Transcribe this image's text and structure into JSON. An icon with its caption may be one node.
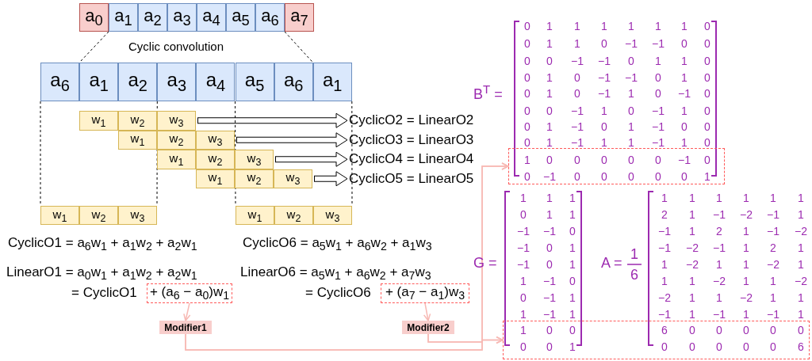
{
  "diagram": {
    "nodes": [
      {
        "text": [
          "a$_{0}$"
        ]
      },
      {
        "text": [
          "a$_{1}$"
        ]
      },
      {
        "text": [
          "a$_{2}$"
        ]
      },
      {
        "text": [
          "a$_{3}$"
        ]
      },
      {
        "text": [
          "a$_{4}$"
        ]
      },
      {
        "text": [
          "a$_{5}$"
        ]
      },
      {
        "text": [
          "a$_{6}$"
        ]
      },
      {
        "text": [
          "a$_{7}$"
        ]
      },
      {
        "text": [
          "a$_{6}$"
        ]
      },
      {
        "text": [
          "a$_{1}$"
        ]
      },
      {
        "text": [
          "a$_{2}$"
        ]
      },
      {
        "text": [
          "a$_{3}$"
        ]
      },
      {
        "text": [
          "a$_{4}$"
        ]
      },
      {
        "text": [
          "a$_{5}$"
        ]
      },
      {
        "text": [
          "a$_{6}$"
        ]
      },
      {
        "text": [
          "a$_{1}$"
        ]
      },
      {
        "text": [
          "w$_{1}$"
        ]
      },
      {
        "text": [
          "w$_{2}$"
        ]
      },
      {
        "text": [
          "w$_{3}$"
        ]
      },
      {
        "text": [
          "w$_{1}$"
        ]
      },
      {
        "text": [
          "w$_{2}$"
        ]
      },
      {
        "text": [
          "w$_{3}$"
        ]
      },
      {
        "text": [
          "w$_{1}$"
        ]
      },
      {
        "text": [
          "w$_{2}$"
        ]
      },
      {
        "text": [
          "w$_{3}$"
        ]
      },
      {
        "text": [
          "w$_{1}$"
        ]
      },
      {
        "text": [
          "w$_{2}$"
        ]
      },
      {
        "text": [
          "w$_{3}$"
        ]
      },
      {
        "text": [
          "CyclicO2 = LinearO2"
        ]
      },
      {
        "text": [
          "CyclicO3 = LinearO3"
        ]
      },
      {
        "text": [
          "CyclicO4 = LinearO4"
        ]
      },
      {
        "text": [
          "CyclicO5 = LinearO5"
        ]
      },
      {
        "text": [
          "w$_{1}$"
        ]
      },
      {
        "text": [
          "w$_{2}$"
        ]
      },
      {
        "text": [
          "w$_{3}$"
        ]
      },
      {
        "text": [
          "w$_{1}$"
        ]
      },
      {
        "text": [
          "w$_{2}$"
        ]
      },
      {
        "text": [
          "w$_{3}$"
        ]
      },
      {
        "text": [
          "+ (a$_{6}$ − a$_{0}$)w$_{1}$"
        ]
      },
      {
        "text": [
          "Modifier1"
        ]
      },
      {
        "text": [
          "+ (a$_{7}$ − a$_{1}$)w$_{3}$"
        ]
      },
      {
        "text": [
          "Modifier2"
        ]
      },
      {
        "text": [],
        "shape": "box"
      },
      {
        "text": [],
        "shape": "box"
      }
    ],
    "edges": [
      {
        "from": 18,
        "to": 28,
        "arrow": "to",
        "style": "thick"
      },
      {
        "from": 21,
        "to": 29,
        "arrow": "to",
        "style": "thick"
      },
      {
        "from": 24,
        "to": 30,
        "arrow": "to",
        "style": "thick"
      },
      {
        "from": 27,
        "to": 31,
        "arrow": "to",
        "style": "thick"
      },
      {
        "from": 38,
        "to": 39,
        "arrow": "to",
        "color": "#f7b9b4"
      },
      {
        "from": 40,
        "to": 41,
        "arrow": "to",
        "color": "#f7b9b4"
      },
      {
        "from": 39,
        "to": 42,
        "arrow": "to",
        "color": "#f7b9b4"
      },
      {
        "from": 39,
        "to": 43,
        "arrow": "to",
        "color": "#f7b9b4"
      },
      {
        "from": 41,
        "to": 42,
        "arrow": "to",
        "color": "#f7b9b4"
      },
      {
        "from": 41,
        "to": 43,
        "arrow": "to",
        "color": "#f7b9b4"
      },
      {
        "from": 0,
        "to": 8,
        "arrow": "none",
        "style": "dashed"
      },
      {
        "from": 7,
        "to": 15,
        "arrow": "none",
        "style": "dashed"
      },
      {
        "from": 8,
        "to": 32,
        "arrow": "none",
        "style": "dashed"
      },
      {
        "from": 11,
        "to": 34,
        "arrow": "none",
        "style": "dashed"
      },
      {
        "from": 13,
        "to": 35,
        "arrow": "none",
        "style": "dashed"
      },
      {
        "from": 15,
        "to": 37,
        "arrow": "none",
        "style": "dashed"
      }
    ],
    "labels": [
      "Cyclic convolution",
      "B$^{T}$ =",
      "0",
      "1",
      "1",
      "1",
      "1",
      "1",
      "1",
      "0",
      "0",
      "1",
      "1",
      "0",
      "−1",
      "−1",
      "0",
      "0",
      "0",
      "0",
      "−1",
      "−1",
      "0",
      "1",
      "1",
      "0",
      "0",
      "1",
      "0",
      "−1",
      "−1",
      "0",
      "1",
      "0",
      "0",
      "1",
      "0",
      "−1",
      "1",
      "0",
      "−1",
      "0",
      "0",
      "0",
      "−1",
      "1",
      "0",
      "−1",
      "1",
      "0",
      "0",
      "1",
      "−1",
      "0",
      "1",
      "−1",
      "0",
      "0",
      "0",
      "1",
      "−1",
      "1",
      "1",
      "−1",
      "1",
      "0",
      "1",
      "0",
      "0",
      "0",
      "0",
      "0",
      "−1",
      "0",
      "0",
      "−1",
      "0",
      "0",
      "0",
      "0",
      "0",
      "1",
      "G =",
      "1",
      "1",
      "1",
      "0",
      "1",
      "1",
      "−1",
      "−1",
      "0",
      "−1",
      "0",
      "1",
      "−1",
      "0",
      "1",
      "1",
      "−1",
      "0",
      "0",
      "−1",
      "1",
      "1",
      "−1",
      "1",
      "1",
      "0",
      "0",
      "0",
      "0",
      "1",
      "A =",
      "1",
      "6",
      "1",
      "1",
      "1",
      "1",
      "1",
      "1",
      "2",
      "1",
      "−1",
      "−2",
      "−1",
      "1",
      "−1",
      "1",
      "2",
      "1",
      "−1",
      "−2",
      "−1",
      "−2",
      "−1",
      "1",
      "2",
      "1",
      "1",
      "−2",
      "1",
      "1",
      "−2",
      "1",
      "1",
      "1",
      "−2",
      "1",
      "1",
      "−2",
      "−2",
      "1",
      "1",
      "−2",
      "1",
      "1",
      "−1",
      "1",
      "−1",
      "1",
      "−1",
      "1",
      "6",
      "0",
      "0",
      "0",
      "0",
      "0",
      "0",
      "0",
      "0",
      "0",
      "0",
      "6",
      "CyclicO1 = a$_{6}$w$_{1}$ + a$_{1}$w$_{2}$ + a$_{2}$w$_{1}$",
      "CyclicO6 = a$_{5}$w$_{1}$ + a$_{6}$w$_{2}$ + a$_{1}$w$_{3}$",
      "LinearO1 = a$_{0}$w$_{1}$ + a$_{1}$w$_{2}$ + a$_{2}$w$_{1}$",
      "LinearO6 = a$_{5}$w$_{1}$ + a$_{6}$w$_{2}$ + a$_{7}$w$_{3}$",
      "= CyclicO1",
      "= CyclicO6"
    ]
  }
}
